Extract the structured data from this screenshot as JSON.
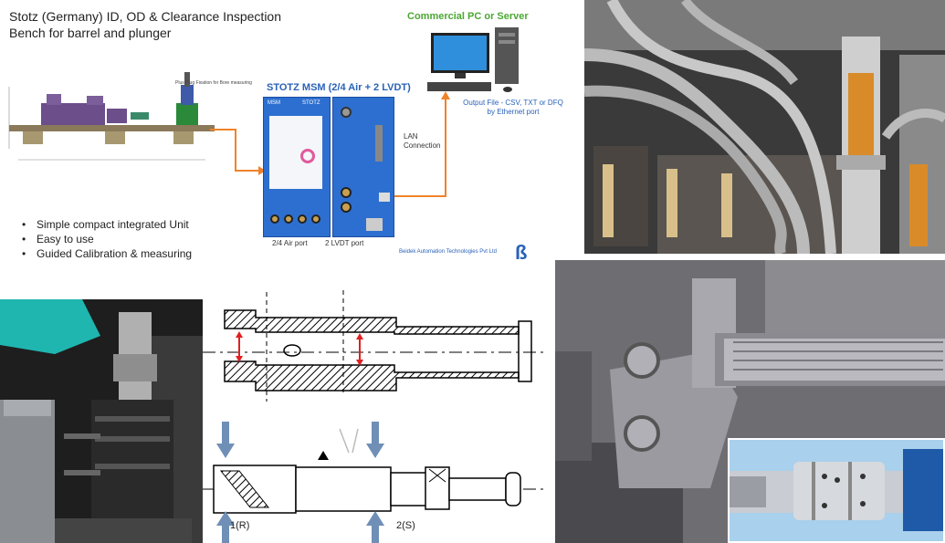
{
  "slide": {
    "title_line1": "Stotz (Germany) ID, OD & Clearance Inspection",
    "title_line2": "Bench for barrel and plunger",
    "bullets": [
      "Simple compact integrated Unit",
      "Easy to use",
      "Guided Calibration & measuring"
    ],
    "msm_title": "STOTZ MSM (2/4 Air + 2 LVDT)",
    "pc_title": "Commercial PC or Server",
    "output_note": "Output File - CSV, TXT or DFQ by Ethernet port",
    "lan_label_1": "LAN",
    "lan_label_2": "Connection",
    "air_port_label": "2/4 Air port",
    "lvdt_port_label": "2 LVDT  port",
    "company": "Beidek Automation Technologies Pvt Ltd",
    "logo_glyph": "ß",
    "device_brand": "MSM",
    "device_logo": "STOTZ",
    "bench_callout": "Plus Plug Fixation for Bore measuring"
  },
  "diagram": {
    "label_r": "1(R)",
    "label_s": "2(S)"
  },
  "colors": {
    "arrow_orange": "#f0832a",
    "device_blue": "#2d6fd0",
    "title_blue": "#2a62b8",
    "title_green": "#4aa832",
    "bench_purple": "#6b4e8a",
    "hatch": "#000000",
    "red_arrow": "#e02020",
    "force_arrow": "#6f8fb6"
  }
}
